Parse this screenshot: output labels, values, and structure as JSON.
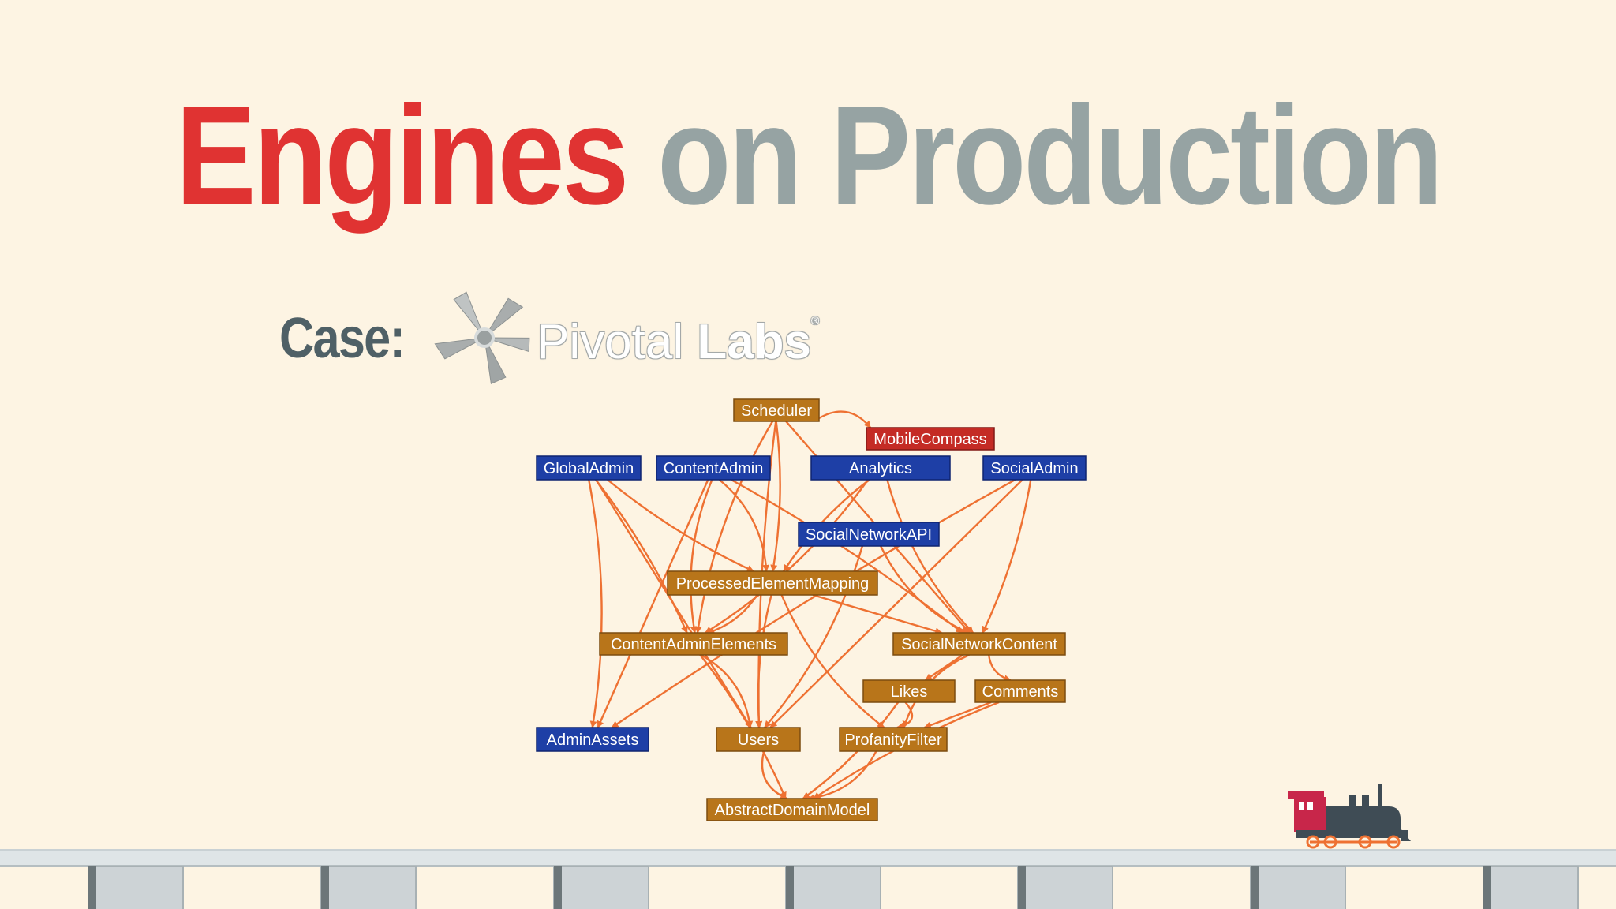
{
  "slide": {
    "title_part1": "Engines",
    "title_part2": "on Production",
    "case_label": "Case:",
    "logo": {
      "word1": "Pivotal",
      "word2": "Labs",
      "mark": "®"
    }
  },
  "diagram": {
    "colors": {
      "orange_node": "#b8751a",
      "blue_node": "#1e3fa6",
      "red_node": "#c42b25",
      "edge": "#ee7132"
    },
    "nodes": [
      {
        "id": "Scheduler",
        "label": "Scheduler",
        "kind": "orange"
      },
      {
        "id": "MobileCompass",
        "label": "MobileCompass",
        "kind": "red"
      },
      {
        "id": "GlobalAdmin",
        "label": "GlobalAdmin",
        "kind": "blue"
      },
      {
        "id": "ContentAdmin",
        "label": "ContentAdmin",
        "kind": "blue"
      },
      {
        "id": "Analytics",
        "label": "Analytics",
        "kind": "blue"
      },
      {
        "id": "SocialAdmin",
        "label": "SocialAdmin",
        "kind": "blue"
      },
      {
        "id": "SocialNetworkAPI",
        "label": "SocialNetworkAPI",
        "kind": "blue"
      },
      {
        "id": "ProcessedElementMapping",
        "label": "ProcessedElementMapping",
        "kind": "orange"
      },
      {
        "id": "ContentAdminElements",
        "label": "ContentAdminElements",
        "kind": "orange"
      },
      {
        "id": "SocialNetworkContent",
        "label": "SocialNetworkContent",
        "kind": "orange"
      },
      {
        "id": "Likes",
        "label": "Likes",
        "kind": "orange"
      },
      {
        "id": "Comments",
        "label": "Comments",
        "kind": "orange"
      },
      {
        "id": "AdminAssets",
        "label": "AdminAssets",
        "kind": "blue"
      },
      {
        "id": "Users",
        "label": "Users",
        "kind": "orange"
      },
      {
        "id": "ProfanityFilter",
        "label": "ProfanityFilter",
        "kind": "orange"
      },
      {
        "id": "AbstractDomainModel",
        "label": "AbstractDomainModel",
        "kind": "orange"
      }
    ],
    "edges": [
      [
        "Scheduler",
        "MobileCompass"
      ],
      [
        "Scheduler",
        "ProcessedElementMapping"
      ],
      [
        "Scheduler",
        "SocialNetworkContent"
      ],
      [
        "Scheduler",
        "Users"
      ],
      [
        "Scheduler",
        "ContentAdminElements"
      ],
      [
        "GlobalAdmin",
        "AdminAssets"
      ],
      [
        "GlobalAdmin",
        "ContentAdminElements"
      ],
      [
        "GlobalAdmin",
        "Users"
      ],
      [
        "GlobalAdmin",
        "ProcessedElementMapping"
      ],
      [
        "ContentAdmin",
        "ContentAdminElements"
      ],
      [
        "ContentAdmin",
        "ProcessedElementMapping"
      ],
      [
        "ContentAdmin",
        "SocialNetworkContent"
      ],
      [
        "ContentAdmin",
        "AdminAssets"
      ],
      [
        "Analytics",
        "ProcessedElementMapping"
      ],
      [
        "Analytics",
        "SocialNetworkContent"
      ],
      [
        "Analytics",
        "ContentAdminElements"
      ],
      [
        "SocialAdmin",
        "SocialNetworkContent"
      ],
      [
        "SocialAdmin",
        "Users"
      ],
      [
        "SocialAdmin",
        "AdminAssets"
      ],
      [
        "SocialNetworkAPI",
        "SocialNetworkContent"
      ],
      [
        "SocialNetworkAPI",
        "Users"
      ],
      [
        "ProcessedElementMapping",
        "ContentAdminElements"
      ],
      [
        "ProcessedElementMapping",
        "SocialNetworkContent"
      ],
      [
        "ProcessedElementMapping",
        "Users"
      ],
      [
        "ProcessedElementMapping",
        "ProfanityFilter"
      ],
      [
        "ContentAdminElements",
        "Users"
      ],
      [
        "ContentAdminElements",
        "AbstractDomainModel"
      ],
      [
        "SocialNetworkContent",
        "Likes"
      ],
      [
        "SocialNetworkContent",
        "Comments"
      ],
      [
        "SocialNetworkContent",
        "ProfanityFilter"
      ],
      [
        "Likes",
        "ProfanityFilter"
      ],
      [
        "Likes",
        "AbstractDomainModel"
      ],
      [
        "Comments",
        "ProfanityFilter"
      ],
      [
        "Comments",
        "AbstractDomainModel"
      ],
      [
        "Users",
        "AbstractDomainModel"
      ],
      [
        "ProfanityFilter",
        "AbstractDomainModel"
      ]
    ]
  }
}
